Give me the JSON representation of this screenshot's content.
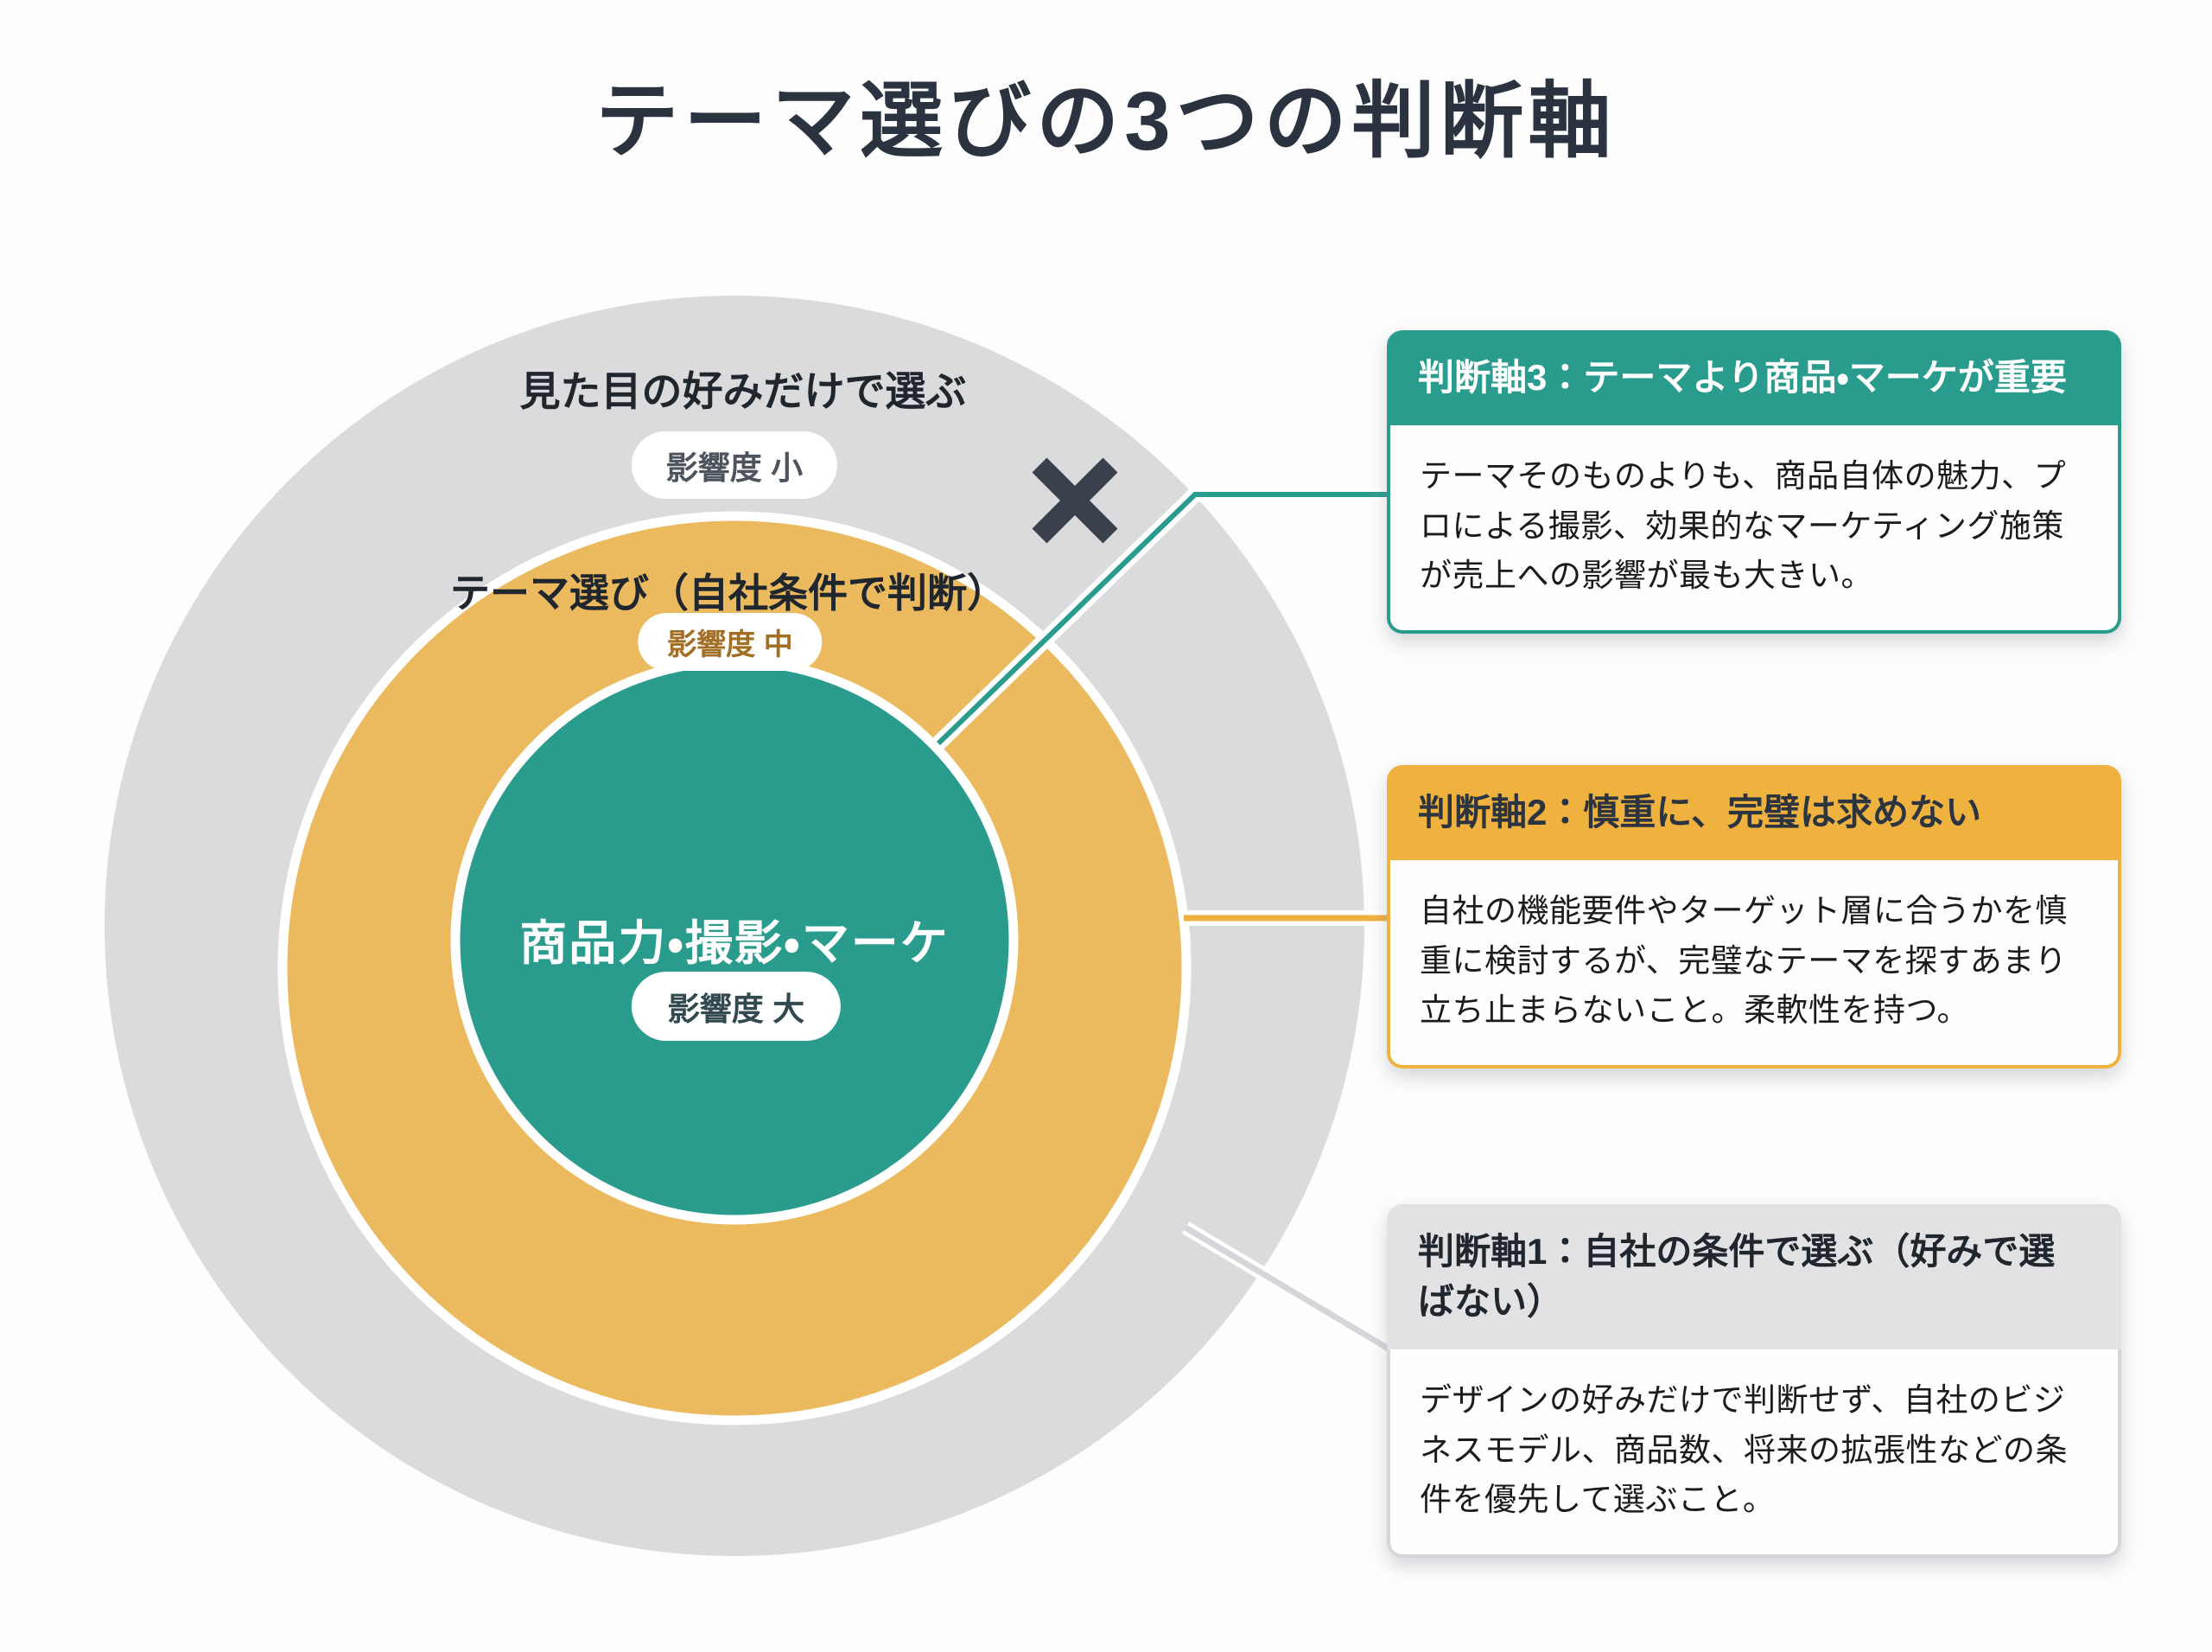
{
  "title": "テーマ選びの3つの判断軸",
  "diagram": {
    "rings": [
      {
        "name": "outer",
        "label": "見た目の好みだけで選ぶ",
        "badge": "影響度 小",
        "color": "#dbdbde",
        "label_color": "#20262e",
        "badge_color": "#4d545e"
      },
      {
        "name": "middle",
        "label": "テーマ選び（自社条件で判断）",
        "badge": "影響度 中",
        "color": "#ecba5e",
        "label_color": "#20262e",
        "badge_color": "#a26e23"
      },
      {
        "name": "inner",
        "label": "商品力・撮影・マーケ",
        "badge": "影響度 大",
        "color": "#2a9c8e",
        "label_color": "#ffffff",
        "badge_color": "#32494f"
      }
    ],
    "x_mark_color": "#3a414d",
    "white_gap_color": "#ffffff"
  },
  "callouts": [
    {
      "title": "判断軸3：テーマより商品・マーケが重要",
      "body": "テーマそのものよりも、商品自体の魅力、プロによる撮影、効果的なマーケティング施策が売上への影響が最も大きい。",
      "accent": "#2a9c8e",
      "header_bg": "#2a9c8e",
      "header_color": "#ffffff"
    },
    {
      "title": "判断軸2：慎重に、完璧は求めない",
      "body": "自社の機能要件やターゲット層に合うかを慎重に検討するが、完璧なテーマを探すあまり立ち止まらないこと。柔軟性を持つ。",
      "accent": "#f0b23f",
      "header_bg": "#f0b23f",
      "header_color": "#2c3440"
    },
    {
      "title": "判断軸1：自社の条件で選ぶ（好みで選ばない）",
      "body": "デザインの好みだけで判断せず、自社のビジネスモデル、商品数、将来の拡張性などの条件を優先して選ぶこと。",
      "accent": "#d6d6da",
      "header_bg": "#e2e2e5",
      "header_color": "#20262e"
    }
  ]
}
